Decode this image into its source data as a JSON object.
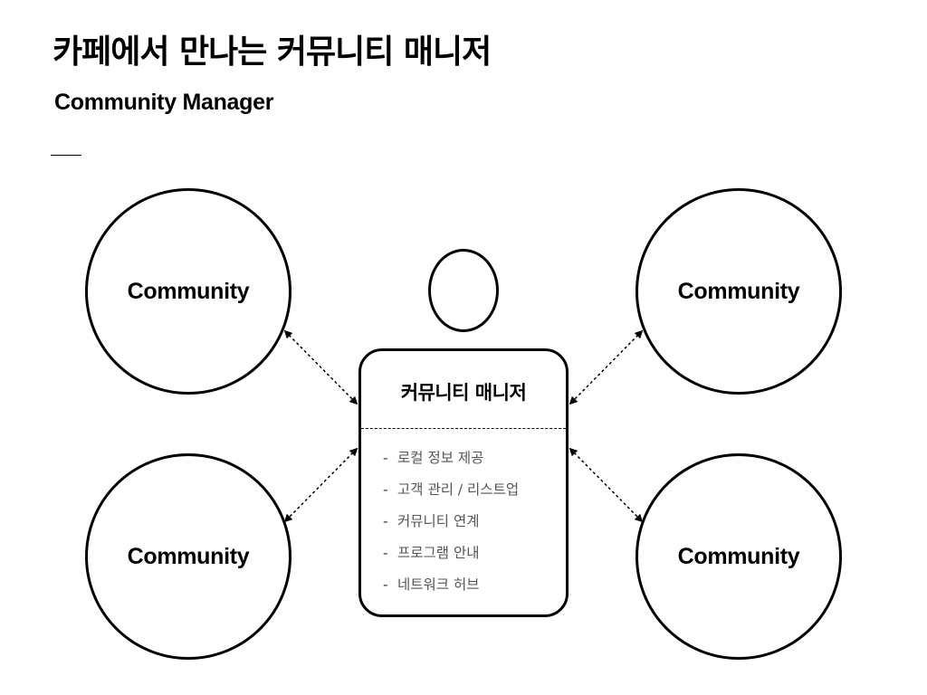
{
  "header": {
    "title": "카페에서 만나는 커뮤니티 매니저",
    "subtitle": "Community Manager"
  },
  "communities": [
    {
      "label": "Community"
    },
    {
      "label": "Community"
    },
    {
      "label": "Community"
    },
    {
      "label": "Community"
    }
  ],
  "manager": {
    "title": "커뮤니티 매니저",
    "dash": "-",
    "roles": [
      "로컬 정보 제공",
      "고객 관리 / 리스트업",
      "커뮤니티 연계",
      "프로그램 안내",
      "네트워크 허브"
    ]
  },
  "colors": {
    "line": "#000000",
    "role_text": "#555555",
    "background": "#ffffff"
  }
}
